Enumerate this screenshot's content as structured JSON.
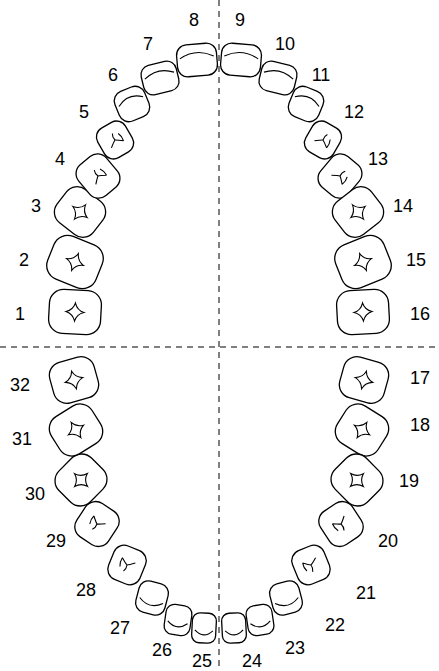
{
  "diagram": {
    "labels": [
      "1",
      "2",
      "3",
      "4",
      "5",
      "6",
      "7",
      "8",
      "9",
      "10",
      "11",
      "12",
      "13",
      "14",
      "15",
      "16",
      "17",
      "18",
      "19",
      "20",
      "21",
      "22",
      "23",
      "24",
      "25",
      "26",
      "27",
      "28",
      "29",
      "30",
      "31",
      "32"
    ]
  }
}
